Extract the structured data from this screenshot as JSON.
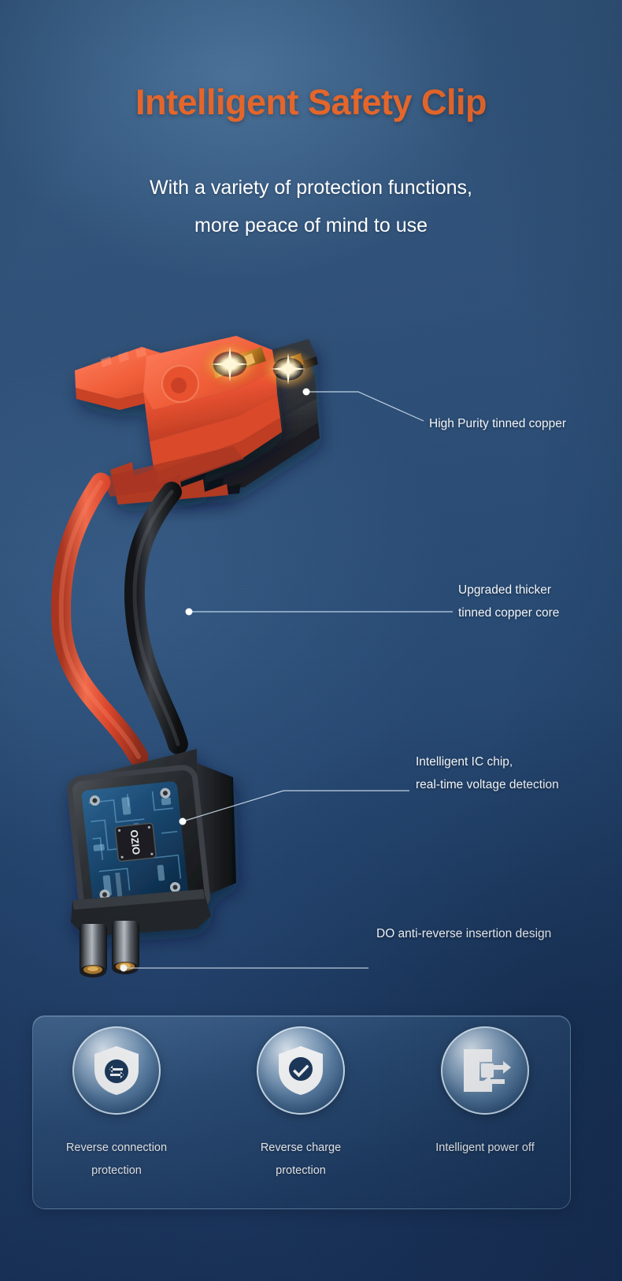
{
  "header": {
    "title": "Intelligent Safety Clip",
    "subtitle_line1": "With a variety of protection functions,",
    "subtitle_line2": "more peace of mind to use",
    "title_color": "#e4662a",
    "text_color": "#ffffff"
  },
  "background": {
    "color_top": "#33587f",
    "color_bottom": "#1b3560"
  },
  "callouts": [
    {
      "id": "high-purity-tinned-copper",
      "line1": "High Purity tinned copper",
      "line2": ""
    },
    {
      "id": "upgraded-thicker-tinned-copper-core",
      "line1": "Upgraded thicker",
      "line2": "tinned copper core"
    },
    {
      "id": "intelligent-ic-chip",
      "line1": "Intelligent IC chip,",
      "line2": "real-time voltage detection"
    },
    {
      "id": "do-anti-reverse-insertion-design",
      "line1": "DO anti-reverse insertion design",
      "line2": ""
    }
  ],
  "product": {
    "brand_chip_label": "OZIO",
    "clip_red_color": "#e8512f",
    "clip_black_color": "#26282b",
    "cable_red_color": "#e04a33",
    "cable_black_color": "#1d1f22",
    "pcb_color": "#1d4a74",
    "spark_color": "#ffd27a"
  },
  "features": [
    {
      "icon": "shield-bidirectional-arrows-icon",
      "label_line1": "Reverse connection",
      "label_line2": "protection"
    },
    {
      "icon": "shield-check-icon",
      "label_line1": "Reverse charge",
      "label_line2": "protection"
    },
    {
      "icon": "device-power-exchange-icon",
      "label_line1": "Intelligent power off",
      "label_line2": ""
    }
  ]
}
